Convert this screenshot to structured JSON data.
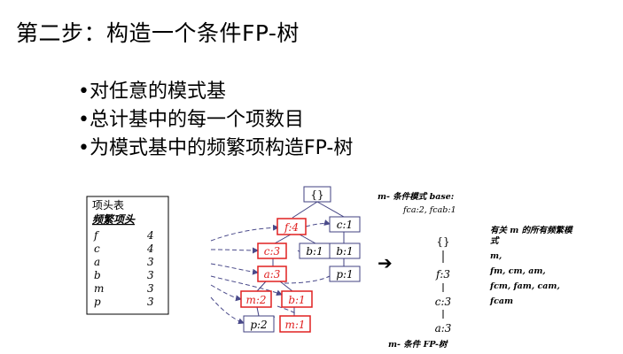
{
  "title": "第二步：构造一个条件FP-树",
  "bullets": [
    "对任意的模式基",
    "总计基中的每一个项数目",
    "为模式基中的频繁项构造FP-树"
  ],
  "header_table": {
    "title": "项头表",
    "column_header": "频繁项头",
    "rows": [
      {
        "item": "f",
        "count": "4"
      },
      {
        "item": "c",
        "count": "4"
      },
      {
        "item": "a",
        "count": "3"
      },
      {
        "item": "b",
        "count": "3"
      },
      {
        "item": "m",
        "count": "3"
      },
      {
        "item": "p",
        "count": "3"
      }
    ]
  },
  "fp_tree": {
    "root": "{}",
    "nodes": {
      "f4": "f:4",
      "c1a": "c:1",
      "c3": "c:3",
      "b1a": "b:1",
      "b1b": "b:1",
      "a3": "a:3",
      "p1a": "p:1",
      "m2": "m:2",
      "b1c": "b:1",
      "p2": "p:2",
      "m1": "m:1"
    },
    "highlight_color": "#e02020",
    "node_color": "#404080"
  },
  "arrow": "➔",
  "pattern_base": {
    "heading": "m- 条件模式 base:",
    "values": "fca:2, fcab:1"
  },
  "cond_tree": {
    "root": "{}",
    "nodes": [
      "f:3",
      "c:3",
      "a:3"
    ],
    "caption": "m- 条件 FP-树"
  },
  "frequent_patterns": {
    "heading_line1": "有关 m 的所有频繁模",
    "heading_line2": "式",
    "lines": [
      "m,",
      "fm, cm, am,",
      "fcm, fam, cam,",
      "fcam"
    ]
  }
}
